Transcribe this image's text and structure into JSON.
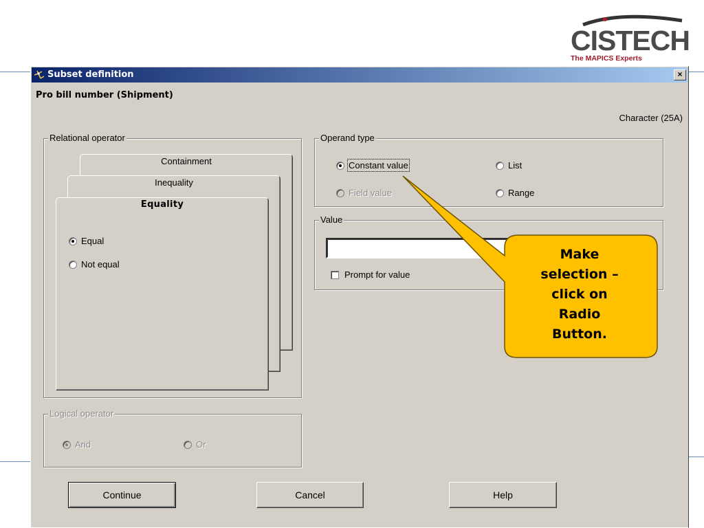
{
  "logo": {
    "name": "CISTECH",
    "tagline": "The MAPICS Experts"
  },
  "dialog": {
    "title": "Subset definition",
    "close_label": "×",
    "field_name": "Pro bill number  (Shipment)",
    "data_type": "Character (25A)",
    "relational_operator": {
      "label": "Relational operator",
      "tabs": [
        "Containment",
        "Inequality",
        "Equality"
      ],
      "active_tab": "Equality",
      "options": [
        {
          "label": "Equal",
          "selected": true
        },
        {
          "label": "Not equal",
          "selected": false
        }
      ]
    },
    "operand_type": {
      "label": "Operand type",
      "options": [
        {
          "label": "Constant value",
          "selected": true,
          "enabled": true
        },
        {
          "label": "List",
          "selected": false,
          "enabled": true
        },
        {
          "label": "Field value",
          "selected": false,
          "enabled": false
        },
        {
          "label": "Range",
          "selected": false,
          "enabled": true
        }
      ]
    },
    "value": {
      "label": "Value",
      "input_value": "",
      "prompt_checkbox_label": "Prompt for value",
      "prompt_checked": false
    },
    "logical_operator": {
      "label": "Logical operator",
      "enabled": false,
      "options": [
        {
          "label": "And",
          "selected": true
        },
        {
          "label": "Or",
          "selected": false
        }
      ]
    },
    "buttons": {
      "continue": "Continue",
      "cancel": "Cancel",
      "help": "Help"
    }
  },
  "callout": {
    "text_lines": [
      "Make",
      "selection –",
      "click on",
      "Radio",
      "Button."
    ],
    "fill_color": "#ffc000",
    "border_color": "#6b5200"
  }
}
